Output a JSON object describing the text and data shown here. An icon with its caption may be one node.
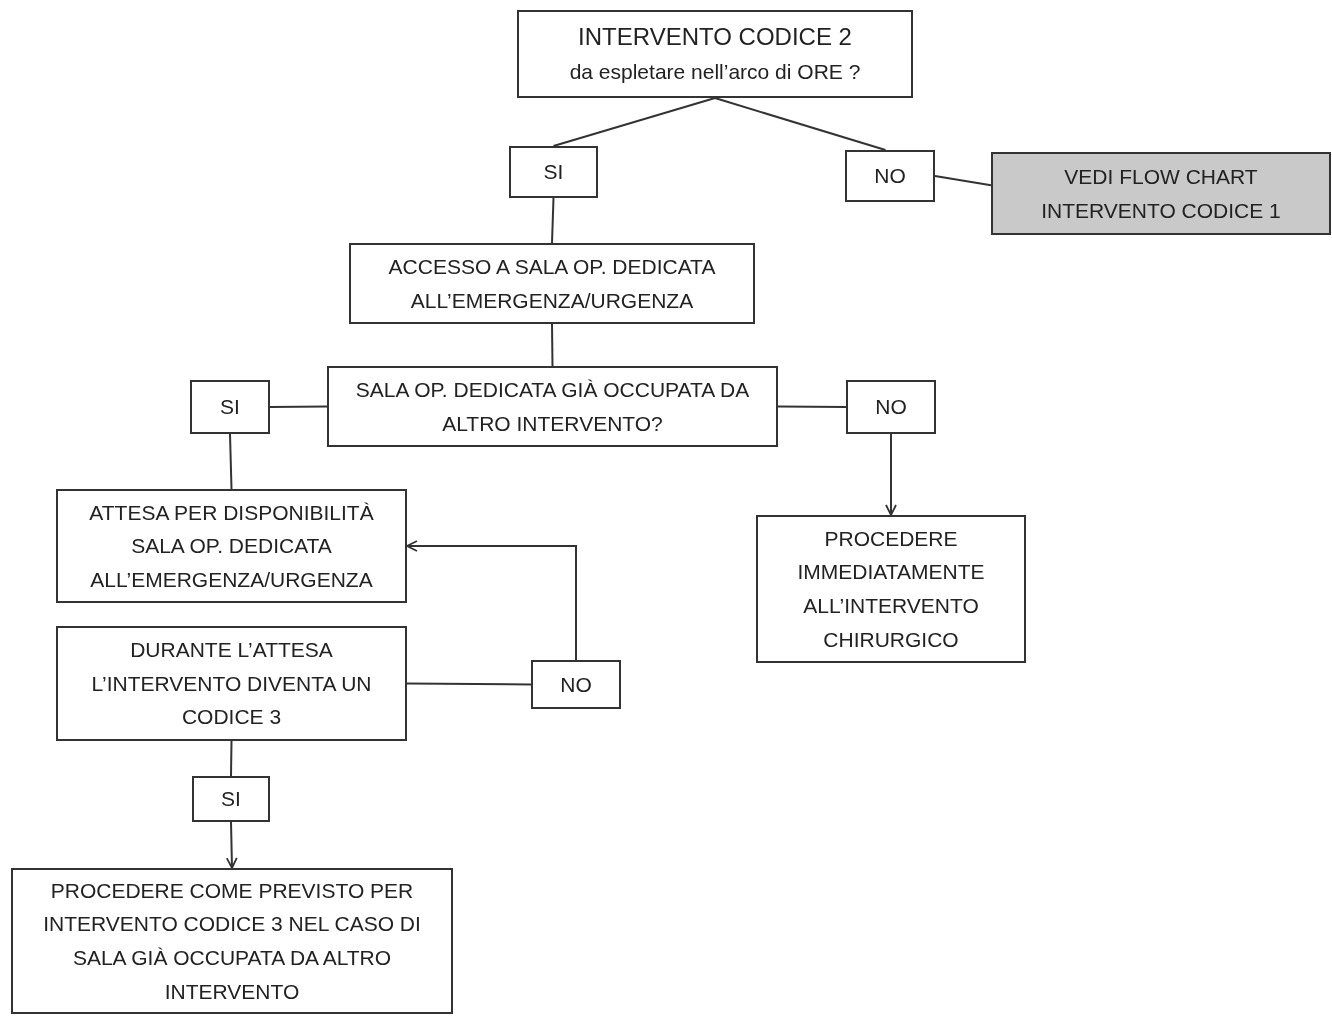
{
  "diagram": {
    "nodes": [
      {
        "text": [
          "INTERVENTO CODICE 2",
          "da espletare nell’arco di ORE ?"
        ]
      },
      {
        "text": [
          "SI"
        ]
      },
      {
        "text": [
          "NO"
        ]
      },
      {
        "text": [
          "VEDI FLOW CHART INTERVENTO CODICE 1"
        ]
      },
      {
        "text": [
          "ACCESSO A SALA OP. DEDICATA ALL’EMERGENZA/URGENZA"
        ]
      },
      {
        "text": [
          "SALA OP. DEDICATA GIÀ OCCUPATA DA ALTRO INTERVENTO?"
        ]
      },
      {
        "text": [
          "SI"
        ]
      },
      {
        "text": [
          "NO"
        ]
      },
      {
        "text": [
          "ATTESA PER DISPONIBILITÀ SALA OP. DEDICATA ALL’EMERGENZA/URGENZA"
        ]
      },
      {
        "text": [
          "PROCEDERE IMMEDIATAMENTE ALL’INTERVENTO CHIRURGICO"
        ]
      },
      {
        "text": [
          "DURANTE L’ATTESA L’INTERVENTO DIVENTA UN CODICE 3"
        ]
      },
      {
        "text": [
          "NO"
        ]
      },
      {
        "text": [
          "SI"
        ]
      },
      {
        "text": [
          "PROCEDERE COME PREVISTO PER INTERVENTO CODICE 3 NEL CASO DI SALA GIÀ OCCUPATA DA ALTRO INTERVENTO"
        ]
      }
    ],
    "edges": [
      {
        "from": 0,
        "to": 1,
        "arrow": "none"
      },
      {
        "from": 0,
        "to": 2,
        "arrow": "none"
      },
      {
        "from": 2,
        "to": 3,
        "arrow": "none"
      },
      {
        "from": 1,
        "to": 4,
        "arrow": "none"
      },
      {
        "from": 4,
        "to": 5,
        "arrow": "none"
      },
      {
        "from": 5,
        "to": 6,
        "arrow": "none"
      },
      {
        "from": 5,
        "to": 7,
        "arrow": "none"
      },
      {
        "from": 7,
        "to": 9,
        "arrow": "to"
      },
      {
        "from": 6,
        "to": 8,
        "arrow": "none"
      },
      {
        "from": 10,
        "to": 11,
        "arrow": "none"
      },
      {
        "from": 11,
        "to": 8,
        "arrow": "to"
      },
      {
        "from": 10,
        "to": 12,
        "arrow": "none"
      },
      {
        "from": 12,
        "to": 13,
        "arrow": "to"
      }
    ]
  }
}
